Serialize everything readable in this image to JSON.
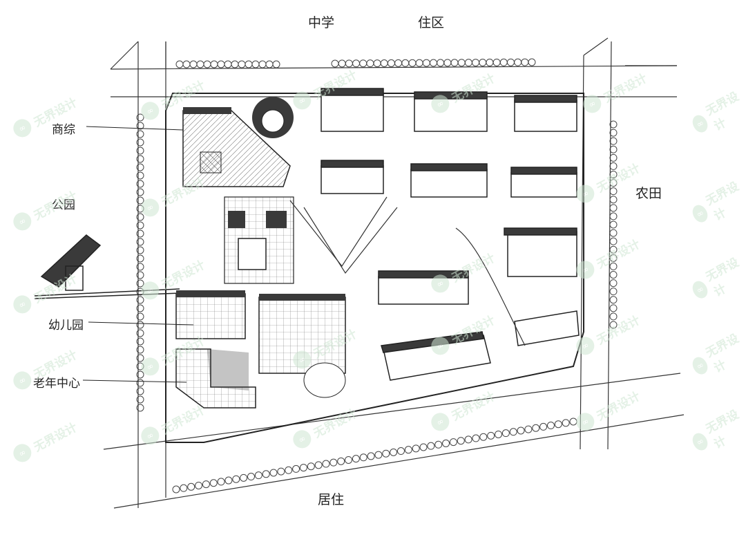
{
  "surroundings": {
    "north_left": "中学",
    "north_right": "住区",
    "east": "农田",
    "south": "居住"
  },
  "callouts": {
    "commercial": "商综",
    "park": "公园",
    "kindergarten": "幼儿园",
    "elderly_center": "老年中心"
  },
  "watermark": {
    "text": "无界设计",
    "color": "#cfe6d3"
  },
  "colors": {
    "ink": "#222222",
    "roof": "#3a3a3a",
    "paper": "#ffffff"
  }
}
